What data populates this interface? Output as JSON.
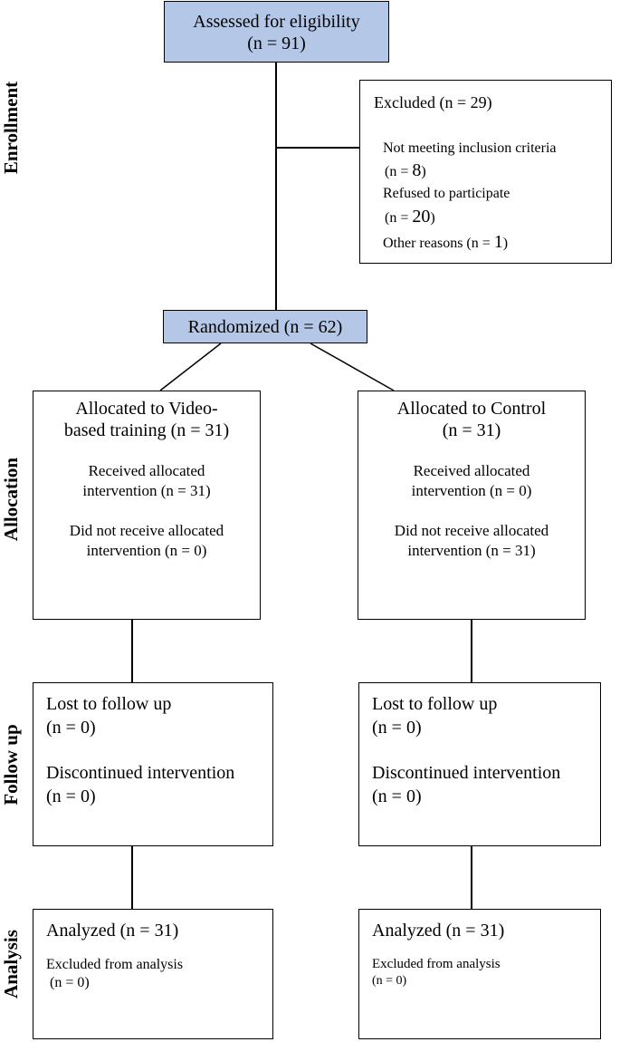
{
  "stages": {
    "enrollment": "Enrollment",
    "allocation": "Allocation",
    "follow_up": "Follow up",
    "analysis": "Analysis"
  },
  "assessed": {
    "line1": "Assessed for eligibility",
    "line2": "(n = 91)"
  },
  "excluded": {
    "title": "Excluded (n = 29)",
    "reason1": "Not meeting inclusion criteria",
    "reason1_n_open": "(n = ",
    "reason1_n_value": "8",
    "reason1_n_close": ")",
    "reason2": "Refused to participate",
    "reason2_n_open": "(n = ",
    "reason2_n_value": "20",
    "reason2_n_close": ")",
    "reason3_text": "Other reasons (n = ",
    "reason3_value": "1",
    "reason3_close": ")"
  },
  "randomized": "Randomized (n = 62)",
  "left_arm": {
    "alloc_line1": "Allocated to Video-",
    "alloc_line2": "based training (n = 31)",
    "received_line1": "Received allocated",
    "received_line2": "intervention (n = 31)",
    "not_received_line1": "Did not receive allocated",
    "not_received_line2": "intervention (n = 0)",
    "lost": "Lost to follow up",
    "lost_n": "(n = 0)",
    "discontinued": "Discontinued intervention",
    "discontinued_n": "(n = 0)",
    "analyzed": "Analyzed (n = 31)",
    "excluded_analysis": "Excluded from analysis",
    "excluded_analysis_n": "(n = 0)"
  },
  "right_arm": {
    "alloc_line1": "Allocated to Control",
    "alloc_line2": "(n = 31)",
    "received_line1": "Received allocated",
    "received_line2": "intervention (n = 0)",
    "not_received_line1": "Did not receive allocated",
    "not_received_line2": "intervention (n = 31)",
    "lost": "Lost to follow up",
    "lost_n": "(n = 0)",
    "discontinued": "Discontinued intervention",
    "discontinued_n": "(n = 0)",
    "analyzed": "Analyzed (n = 31)",
    "excluded_analysis": "Excluded from analysis",
    "excluded_analysis_n": "(n = 0)"
  },
  "colors": {
    "header_fill": "#b4c7e7",
    "line": "#000000"
  }
}
